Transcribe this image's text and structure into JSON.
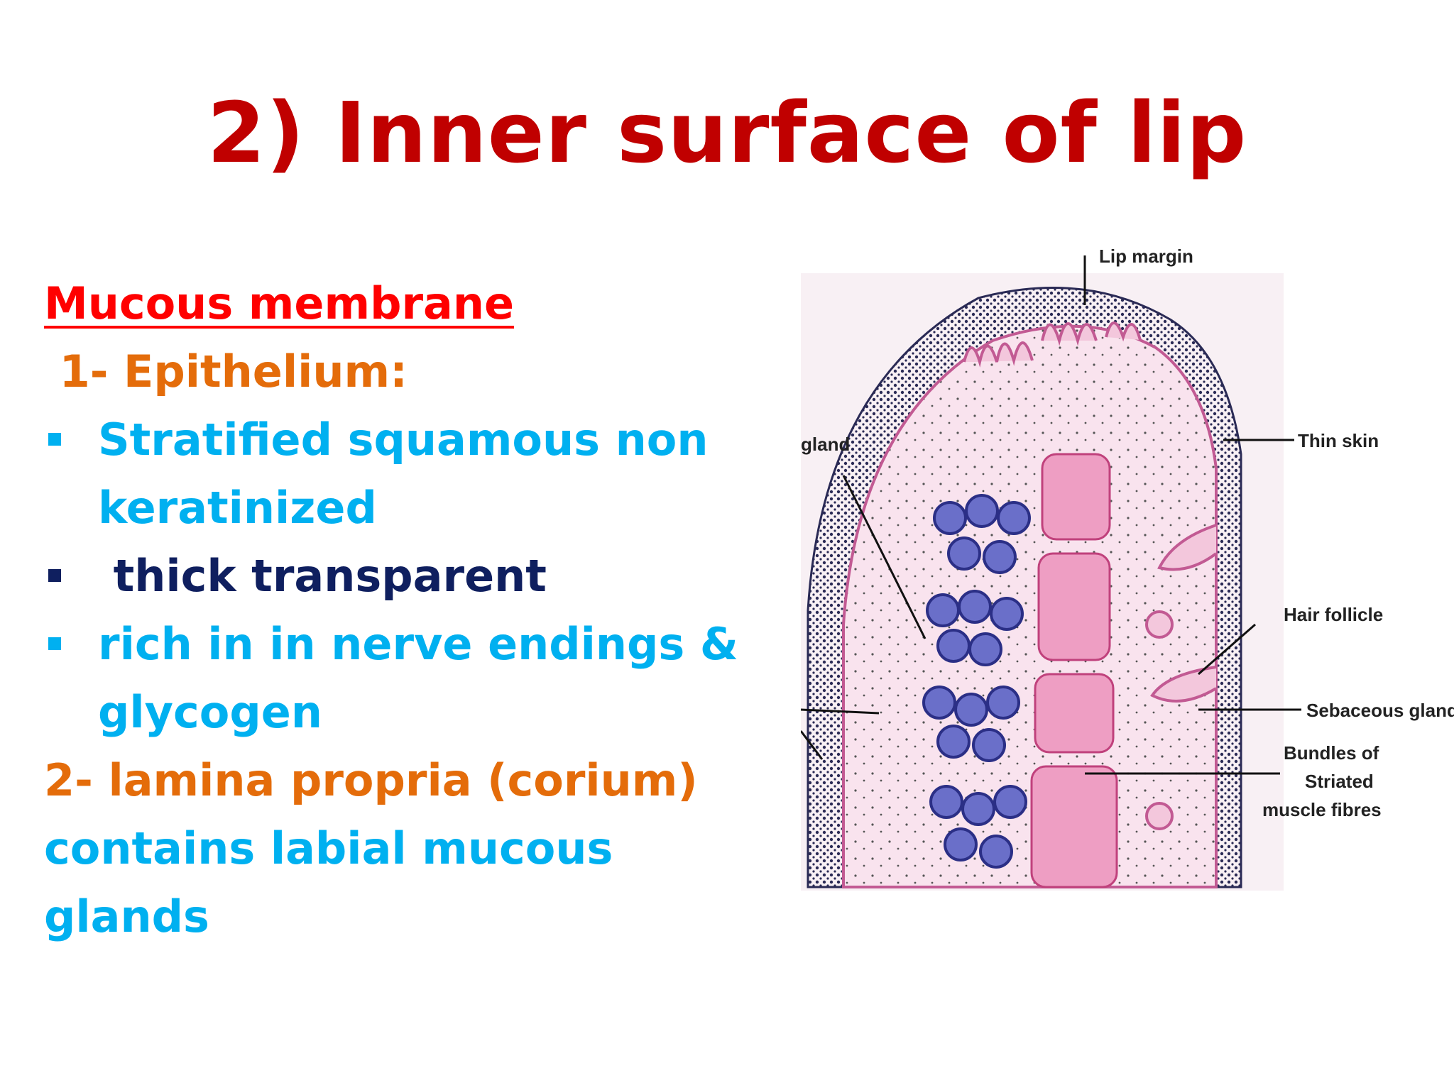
{
  "slide": {
    "title": "2) Inner surface of lip",
    "section_heading": "Mucous membrane",
    "subheading_1": " 1- Epithelium:",
    "bullets": [
      {
        "line1": "Stratified squamous non",
        "line2": "keratinized",
        "color": "#00B0F0"
      },
      {
        "line1": " thick transparent",
        "line2": "",
        "color": "#0F1F5F"
      },
      {
        "line1": "rich in in nerve endings &",
        "line2": "glycogen",
        "color": "#00B0F0"
      }
    ],
    "subheading_2": "2- lamina propria (corium)",
    "body_line1": "contains labial mucous",
    "body_line2": "glands"
  },
  "figure": {
    "labels": {
      "lip_margin": "Lip margin",
      "thin_skin": "Thin skin",
      "gland": "gland",
      "hair_follicle": "Hair follicle",
      "sebaceous_gland": "Sebaceous gland",
      "muscle_line1": "Bundles of",
      "muscle_line2": "Striated",
      "muscle_line3": "muscle fibres"
    }
  },
  "colors": {
    "title": "#C00000",
    "heading": "#FF0000",
    "orange": "#E46C0A",
    "cyan": "#00B0F0",
    "navy": "#0F1F5F",
    "tissue_pink": "#F7D6E6",
    "gland_blue": "#3A3F9A",
    "muscle_pink": "#E88BB4"
  }
}
